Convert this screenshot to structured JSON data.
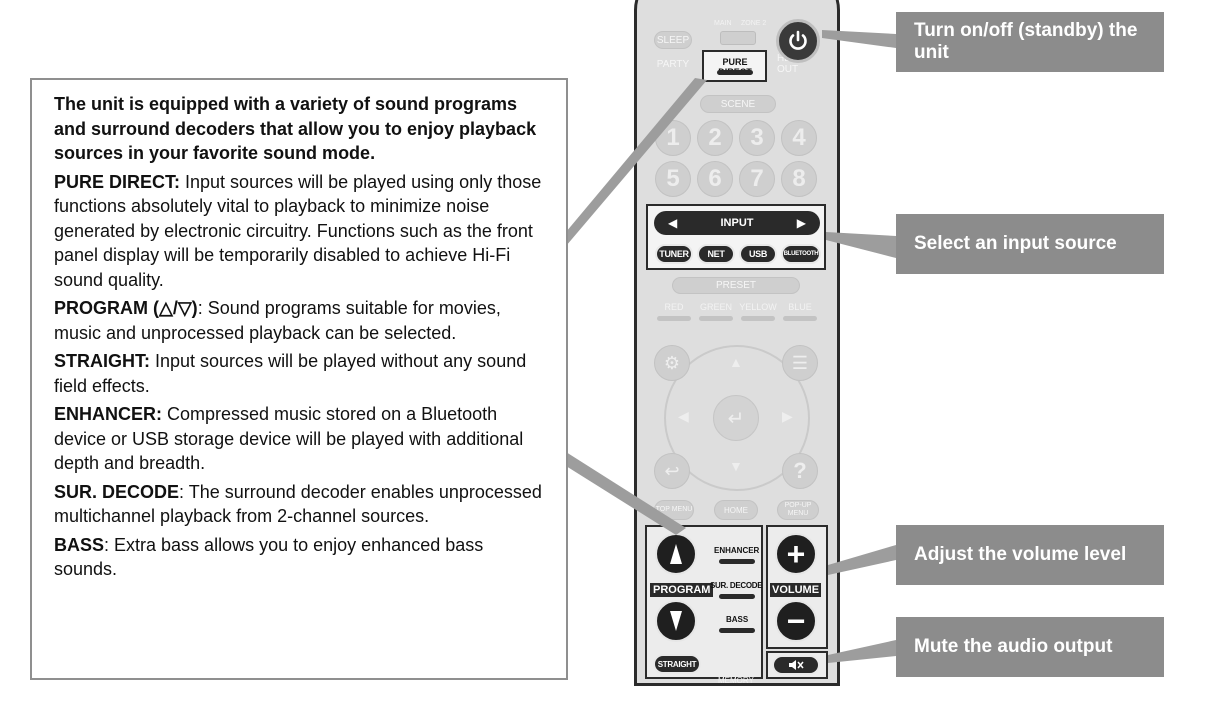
{
  "description": {
    "intro": "The unit is equipped with a variety of sound programs and surround decoders that allow you to enjoy playback sources in your favorite sound mode.",
    "items": [
      {
        "term": "PURE DIRECT:",
        "text": " Input sources will be played using only those functions absolutely vital to playback to minimize noise generated by electronic circuitry. Functions such as the front panel display will be temporarily disabled to achieve Hi-Fi sound quality."
      },
      {
        "term": "PROGRAM (△/▽)",
        "text": ": Sound programs suitable for movies, music and unprocessed playback can be selected."
      },
      {
        "term": "STRAIGHT:",
        "text": " Input sources will be played without any sound field effects."
      },
      {
        "term": "ENHANCER:",
        "text": " Compressed music stored on a Bluetooth device or USB storage device will be played with additional depth and breadth."
      },
      {
        "term": "SUR. DECODE",
        "text": ": The surround decoder enables unprocessed multichannel playback from 2-channel sources."
      },
      {
        "term": "BASS",
        "text": ": Extra bass allows you to enjoy enhanced bass sounds."
      }
    ]
  },
  "callouts": {
    "power": "Turn on/off (standby) the unit",
    "input": "Select an input source",
    "volume": "Adjust the volume level",
    "mute": "Mute the audio output"
  },
  "remote": {
    "zone_label_main": "MAIN",
    "zone_label_zone2": "ZONE 2",
    "sleep": "SLEEP",
    "party": "PARTY",
    "pure_direct": "PURE DIRECT",
    "hdmi_out": "HDMI OUT",
    "scene": "SCENE",
    "numbers": [
      "1",
      "2",
      "3",
      "4",
      "5",
      "6",
      "7",
      "8"
    ],
    "input": "INPUT",
    "sources": [
      "TUNER",
      "NET",
      "USB",
      "BLUETOOTH"
    ],
    "preset": "PRESET",
    "colors": [
      "RED",
      "GREEN",
      "YELLOW",
      "BLUE"
    ],
    "top_menu": "TOP MENU",
    "home": "HOME",
    "popup_menu": "POP-UP MENU",
    "enhancer": "ENHANCER",
    "program": "PROGRAM",
    "sur_decode": "SUR. DECODE",
    "bass": "BASS",
    "straight": "STRAIGHT",
    "volume": "VOLUME",
    "memory": "MEMORY",
    "plus": "+",
    "minus": "−"
  },
  "colors": {
    "callout_bg": "#8c8c8c",
    "box_border": "#8f8f8f",
    "remote_body": "#dedede",
    "button_dark": "#2a2a2a"
  }
}
